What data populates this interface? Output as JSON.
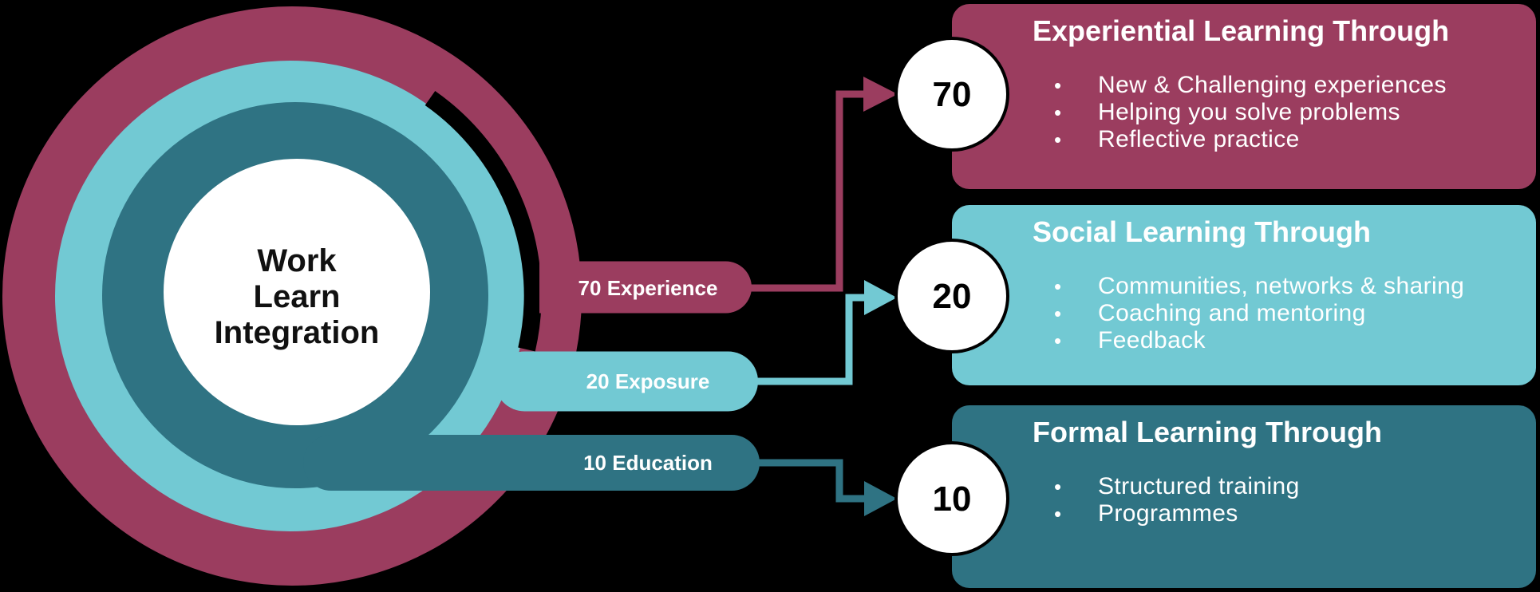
{
  "colors": {
    "maroon": "#9B3D5F",
    "light_teal": "#72C9D3",
    "dark_teal": "#2F7383",
    "background": "#000000",
    "node_fill": "#FFFFFF",
    "node_stroke": "#000000",
    "center_fill": "#FFFFFF",
    "text_light": "#FFFFFF",
    "text_dark": "#111111"
  },
  "bullet_glyph": "•",
  "center": {
    "lines": [
      "Work",
      "Learn",
      "Integration"
    ]
  },
  "rings": [
    {
      "id": "experience",
      "value": "70",
      "label": "70 Experience"
    },
    {
      "id": "exposure",
      "value": "20",
      "label": "20 Exposure"
    },
    {
      "id": "education",
      "value": "10",
      "label": "10 Education"
    }
  ],
  "cards": [
    {
      "title": "Experiential Learning Through",
      "bullets": [
        "New & Challenging experiences",
        "Helping you solve problems",
        "Reflective practice"
      ]
    },
    {
      "title": "Social Learning Through",
      "bullets": [
        "Communities, networks & sharing",
        "Coaching and mentoring",
        "Feedback"
      ]
    },
    {
      "title": "Formal Learning Through",
      "bullets": [
        "Structured training",
        "Programmes"
      ]
    }
  ]
}
